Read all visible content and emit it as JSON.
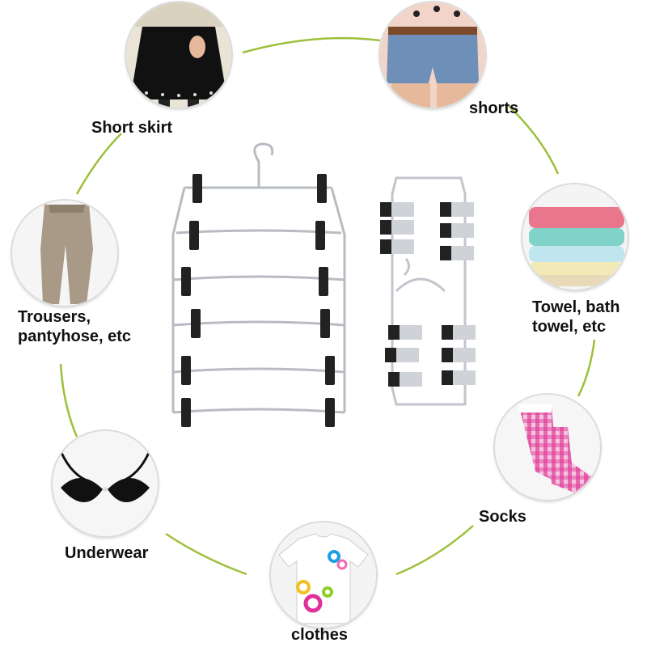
{
  "colors": {
    "ring": "#9cc03a",
    "text": "#111111",
    "chrome": "#b8bcc2",
    "clip": "#222222"
  },
  "items": [
    {
      "label": "Short skirt",
      "icon": "short-skirt-photo"
    },
    {
      "label": "shorts",
      "icon": "shorts-photo"
    },
    {
      "label": "Towel, bath",
      "label2": "towel, etc",
      "icon": "towel-photo"
    },
    {
      "label": "Socks",
      "icon": "socks-photo"
    },
    {
      "label": "clothes",
      "icon": "tshirt-photo"
    },
    {
      "label": "Underwear",
      "icon": "bra-photo"
    },
    {
      "label": "Trousers,",
      "label2": "pantyhose, etc",
      "icon": "trousers-photo"
    }
  ]
}
